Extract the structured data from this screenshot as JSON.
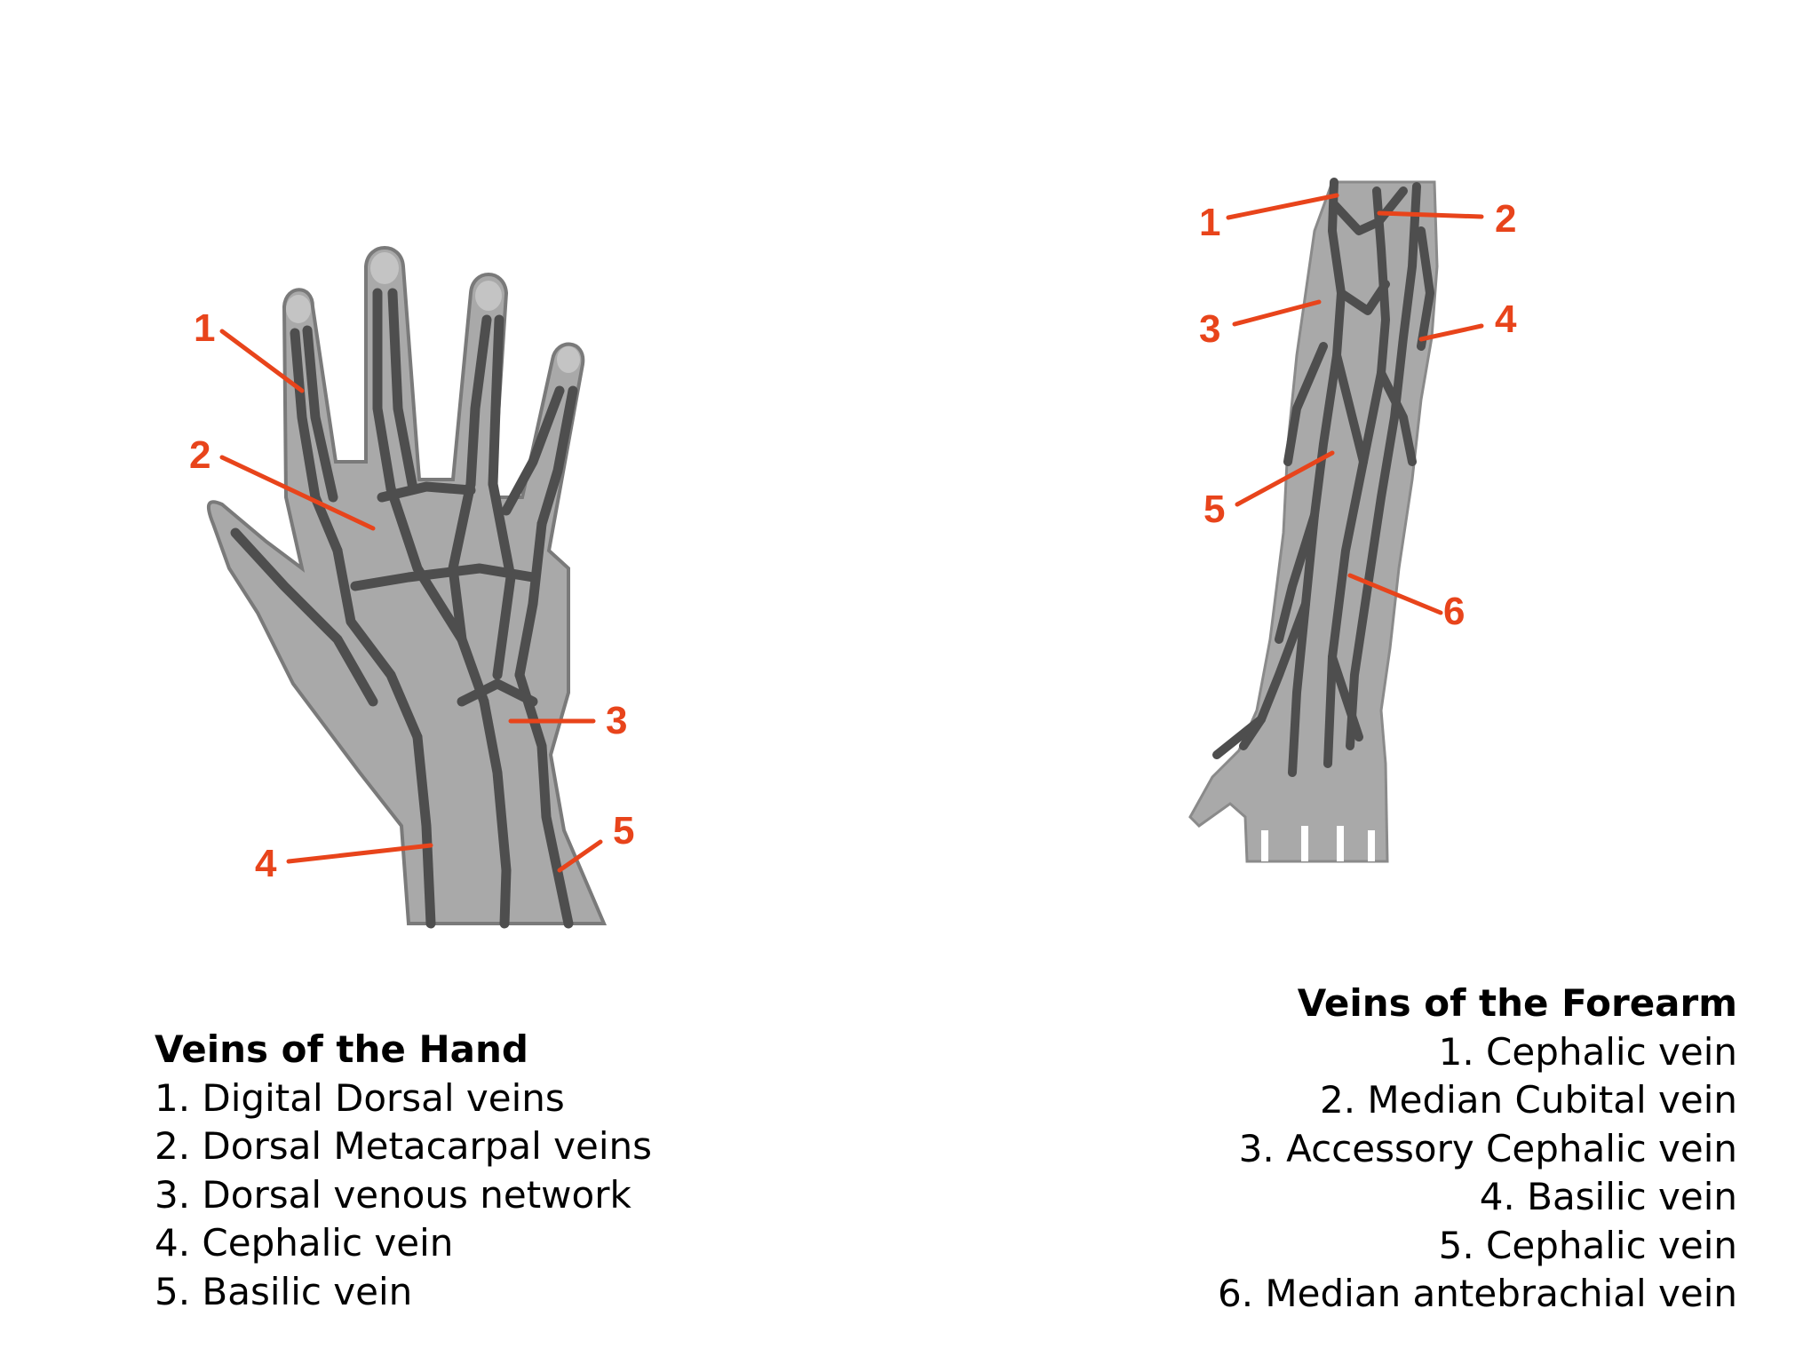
{
  "colors": {
    "label": "#e8441b",
    "skin": "#a9a9a9",
    "vein": "#4e4e4e",
    "outline": "#7a7a7a"
  },
  "hand": {
    "labels": [
      "1",
      "2",
      "3",
      "4",
      "5"
    ],
    "legend_title": "Veins of the Hand",
    "legend_items": [
      "1. Digital Dorsal veins",
      "2. Dorsal Metacarpal veins",
      "3. Dorsal venous network",
      "4. Cephalic vein",
      "5. Basilic vein"
    ]
  },
  "forearm": {
    "labels": [
      "1",
      "2",
      "3",
      "4",
      "5",
      "6"
    ],
    "legend_title": "Veins of the Forearm",
    "legend_items": [
      "1. Cephalic vein",
      "2. Median Cubital vein",
      "3. Accessory Cephalic vein",
      "4. Basilic vein",
      "5. Cephalic vein",
      "6. Median antebrachial vein"
    ]
  }
}
